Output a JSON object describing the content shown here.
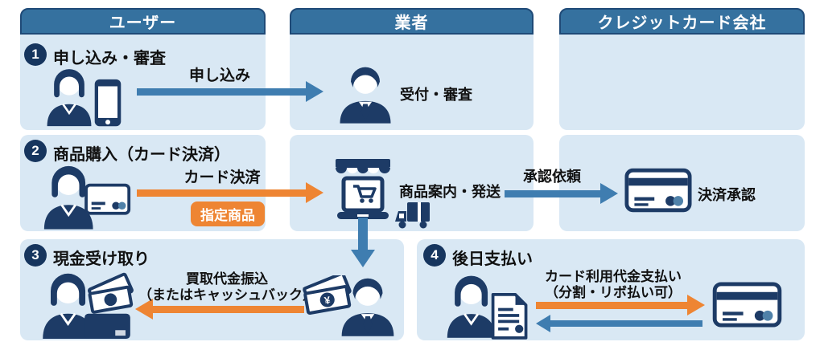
{
  "diagram": {
    "title_hint": "credit-card cash-conversion flow",
    "columns": [
      {
        "header": "ユーザー"
      },
      {
        "header": "業者"
      },
      {
        "header": "クレジットカード会社"
      }
    ],
    "steps": [
      {
        "number": "1",
        "title": "申し込み・審査"
      },
      {
        "number": "2",
        "title": "商品購入（カード決済）"
      },
      {
        "number": "3",
        "title": "現金受け取り"
      },
      {
        "number": "4",
        "title": "後日支払い"
      }
    ],
    "flows": {
      "application_arrow": "申し込み",
      "reception_label": "受付・審査",
      "card_payment_arrow": "カード決済",
      "designated_goods_badge": "指定商品",
      "goods_shipping_label": "商品案内・発送",
      "approval_request_arrow": "承認依頼",
      "payment_approval_label": "決済承認",
      "purchase_transfer_line1": "買取代金振込",
      "purchase_transfer_line2": "（またはキャッシュバック）",
      "card_bill_line1": "カード利用代金支払い",
      "card_bill_line2": "（分割・リボ払い可）",
      "yen_mark": "¥"
    },
    "colors": {
      "header_blue": "#35719f",
      "header_border": "#1f4a77",
      "panel_blue": "#d9e8f4",
      "icon_navy": "#1d3b66",
      "arrow_blue": "#3f7db0",
      "arrow_orange": "#ee8533",
      "badge_navy": "#16355e",
      "text_black": "#111111",
      "white": "#ffffff"
    },
    "icons": [
      "user-smartphone-icon",
      "receptionist-icon",
      "user-credit-card-icon",
      "online-store-icon",
      "delivery-truck-icon",
      "credit-card-icon",
      "user-receiving-cash-icon",
      "yen-bills-icon",
      "merchant-icon",
      "user-document-icon",
      "right-arrow",
      "left-arrow",
      "down-arrow"
    ]
  }
}
